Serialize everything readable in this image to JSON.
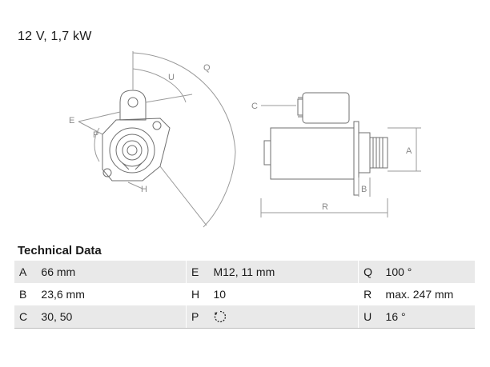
{
  "header": {
    "rating": "12 V, 1,7 kW"
  },
  "drawing": {
    "labels": {
      "q": "Q",
      "u": "U",
      "e": "E",
      "p": "P",
      "h": "H",
      "c": "C",
      "a": "A",
      "b": "B",
      "r": "R"
    },
    "line_color": "#8a8a8a"
  },
  "tech": {
    "title": "Technical Data",
    "rows": [
      [
        {
          "k": "A",
          "v": "66 mm"
        },
        {
          "k": "E",
          "v": "M12, 11 mm"
        },
        {
          "k": "Q",
          "v": "100 °"
        }
      ],
      [
        {
          "k": "B",
          "v": "23,6 mm"
        },
        {
          "k": "H",
          "v": "10"
        },
        {
          "k": "R",
          "v": "max. 247 mm"
        }
      ],
      [
        {
          "k": "C",
          "v": "30, 50"
        },
        {
          "k": "P",
          "v": "rotation-direction-icon"
        },
        {
          "k": "U",
          "v": "16 °"
        }
      ]
    ]
  }
}
